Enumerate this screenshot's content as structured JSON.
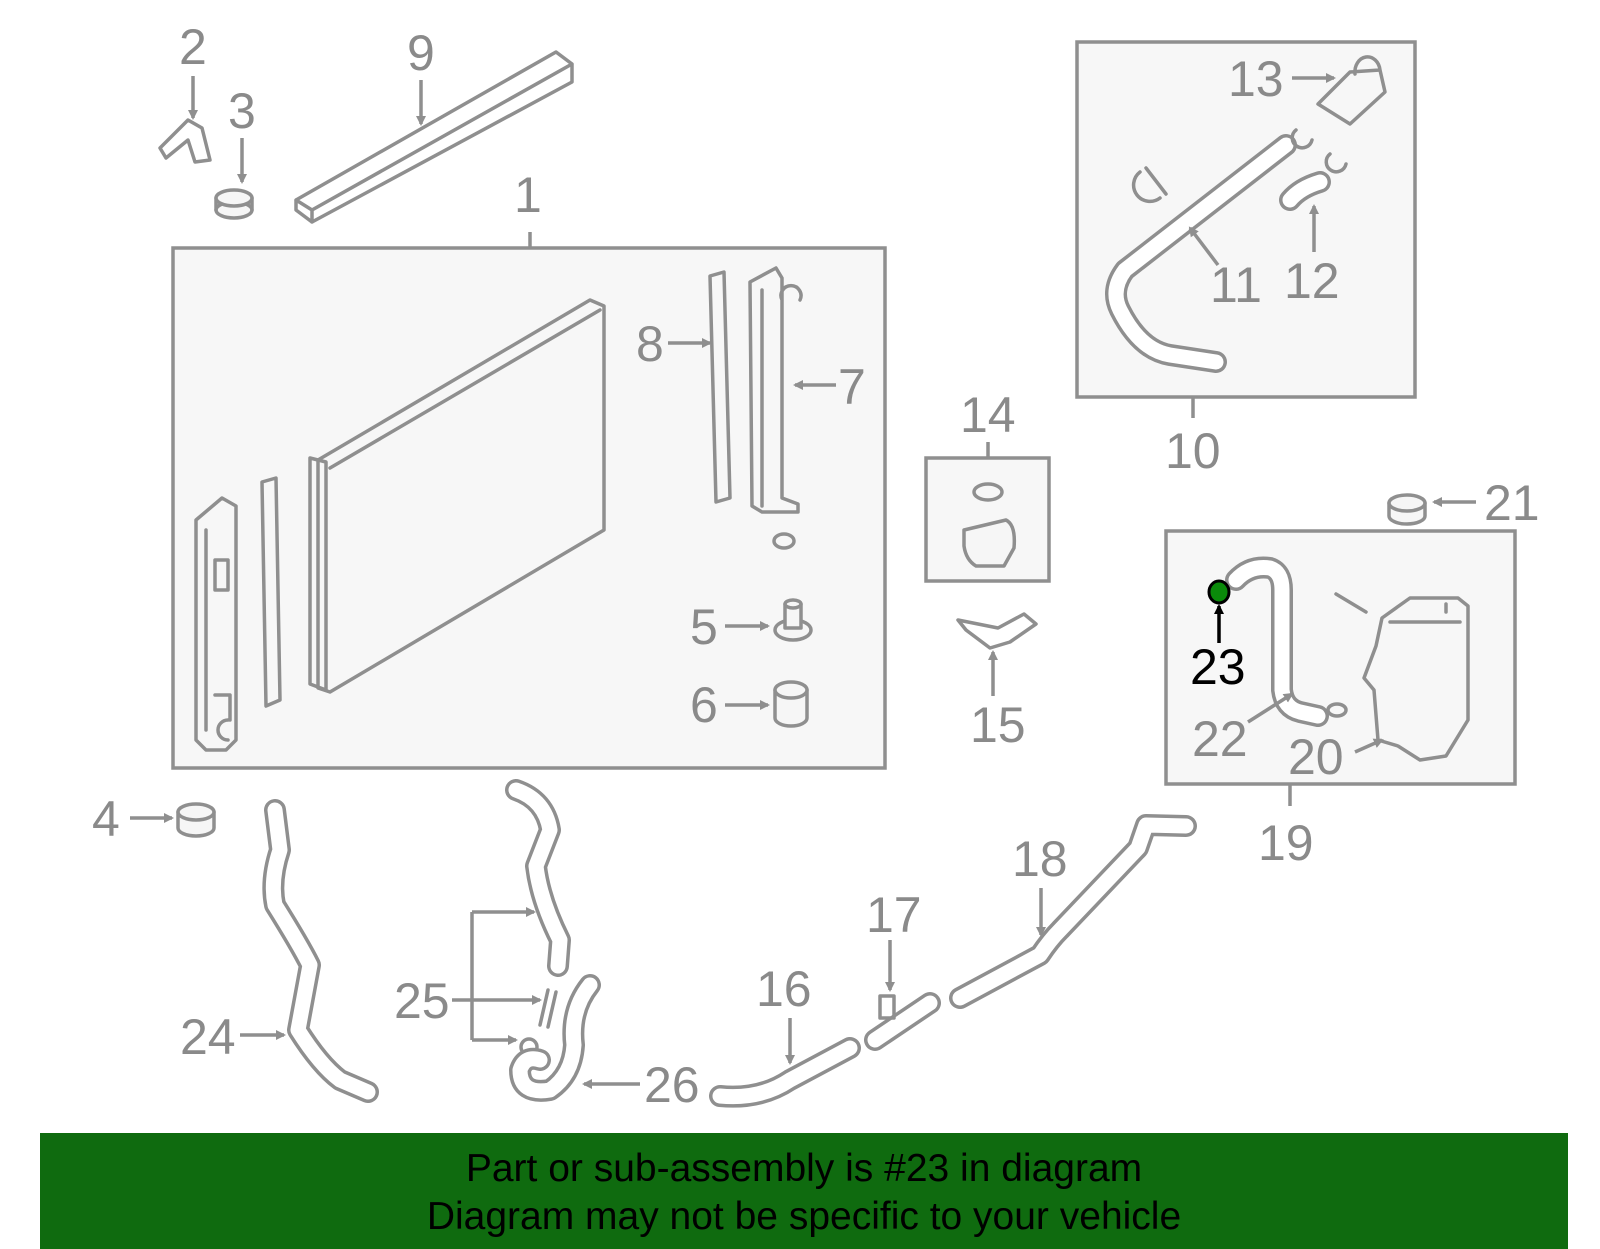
{
  "labels": {
    "n1": "1",
    "n2": "2",
    "n3": "3",
    "n4": "4",
    "n5": "5",
    "n6": "6",
    "n7": "7",
    "n8": "8",
    "n9": "9",
    "n10": "10",
    "n11": "11",
    "n12": "12",
    "n13": "13",
    "n14": "14",
    "n15": "15",
    "n16": "16",
    "n17": "17",
    "n18": "18",
    "n19": "19",
    "n20": "20",
    "n21": "21",
    "n22": "22",
    "n23": "23",
    "n24": "24",
    "n25": "25",
    "n26": "26"
  },
  "highlight": {
    "part_number": "23",
    "color": "#0a8a0a"
  },
  "banner": {
    "line1": "Part or sub-assembly is #23 in diagram",
    "line2": "Diagram may not be specific to your vehicle",
    "background": "#0f6b0f"
  }
}
